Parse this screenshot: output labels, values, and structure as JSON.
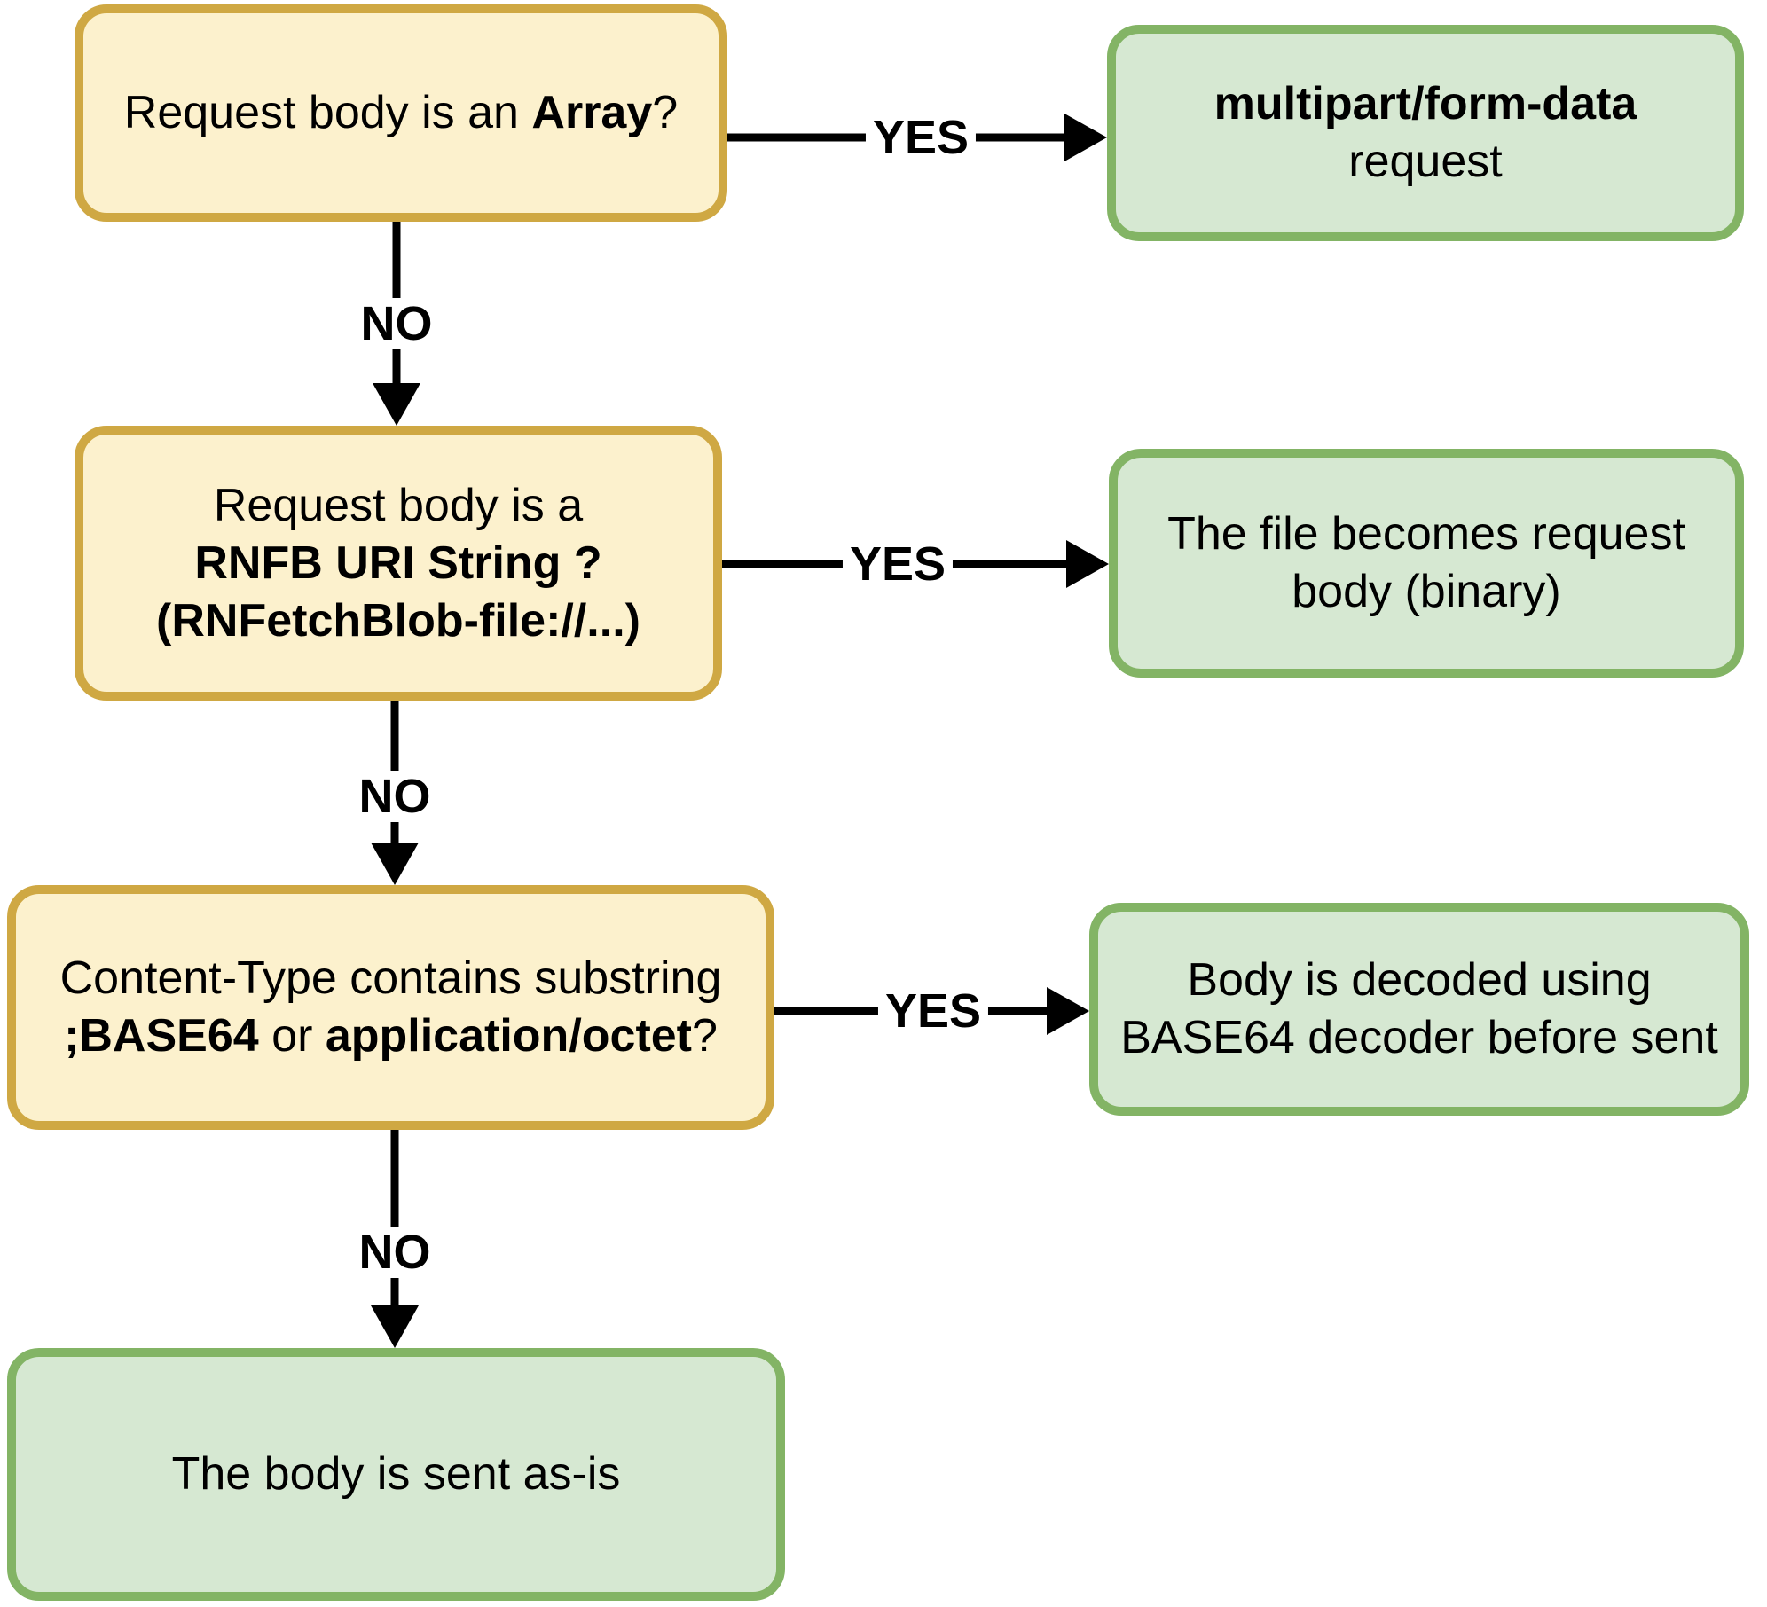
{
  "diagram": {
    "type": "flowchart",
    "colors": {
      "decision_fill": "#FCF1CD",
      "decision_border": "#CFA843",
      "outcome_fill": "#D6E8D2",
      "outcome_border": "#83B465",
      "line": "#000000",
      "text": "#000000",
      "background": "#ffffff"
    },
    "nodes": [
      {
        "id": "q-array",
        "kind": "decision",
        "lines": [
          [
            {
              "t": "Request body is an ",
              "b": false
            },
            {
              "t": "Array",
              "b": true
            },
            {
              "t": "?",
              "b": false
            }
          ]
        ]
      },
      {
        "id": "o-multipart",
        "kind": "outcome",
        "lines": [
          [
            {
              "t": "multipart/form-data",
              "b": true
            }
          ],
          [
            {
              "t": "request",
              "b": false
            }
          ]
        ]
      },
      {
        "id": "q-rnfb-uri",
        "kind": "decision",
        "lines": [
          [
            {
              "t": "Request body is a",
              "b": false
            }
          ],
          [
            {
              "t": "RNFB URI String ?",
              "b": true
            }
          ],
          [
            {
              "t": "(RNFetchBlob-file://...)",
              "b": true
            }
          ]
        ]
      },
      {
        "id": "o-file-binary",
        "kind": "outcome",
        "lines": [
          [
            {
              "t": "The file becomes request",
              "b": false
            }
          ],
          [
            {
              "t": "body (binary)",
              "b": false
            }
          ]
        ]
      },
      {
        "id": "q-content-type",
        "kind": "decision",
        "lines": [
          [
            {
              "t": "Content-Type contains substring",
              "b": false
            }
          ],
          [
            {
              "t": ";BASE64",
              "b": true
            },
            {
              "t": " or ",
              "b": false
            },
            {
              "t": "application/octet",
              "b": true
            },
            {
              "t": "?",
              "b": false
            }
          ]
        ]
      },
      {
        "id": "o-base64",
        "kind": "outcome",
        "lines": [
          [
            {
              "t": "Body is decoded using",
              "b": false
            }
          ],
          [
            {
              "t": "BASE64 decoder before sent",
              "b": false
            }
          ]
        ]
      },
      {
        "id": "o-as-is",
        "kind": "outcome",
        "lines": [
          [
            {
              "t": "The body is sent as-is",
              "b": false
            }
          ]
        ]
      }
    ],
    "edges": [
      {
        "id": "array-yes",
        "from": "q-array",
        "to": "o-multipart",
        "direction": "right",
        "label": "YES"
      },
      {
        "id": "array-no",
        "from": "q-array",
        "to": "q-rnfb-uri",
        "direction": "down",
        "label": "NO"
      },
      {
        "id": "uri-yes",
        "from": "q-rnfb-uri",
        "to": "o-file-binary",
        "direction": "right",
        "label": "YES"
      },
      {
        "id": "uri-no",
        "from": "q-rnfb-uri",
        "to": "q-content-type",
        "direction": "down",
        "label": "NO"
      },
      {
        "id": "ct-yes",
        "from": "q-content-type",
        "to": "o-base64",
        "direction": "right",
        "label": "YES"
      },
      {
        "id": "ct-no",
        "from": "q-content-type",
        "to": "o-as-is",
        "direction": "down",
        "label": "NO"
      }
    ]
  }
}
